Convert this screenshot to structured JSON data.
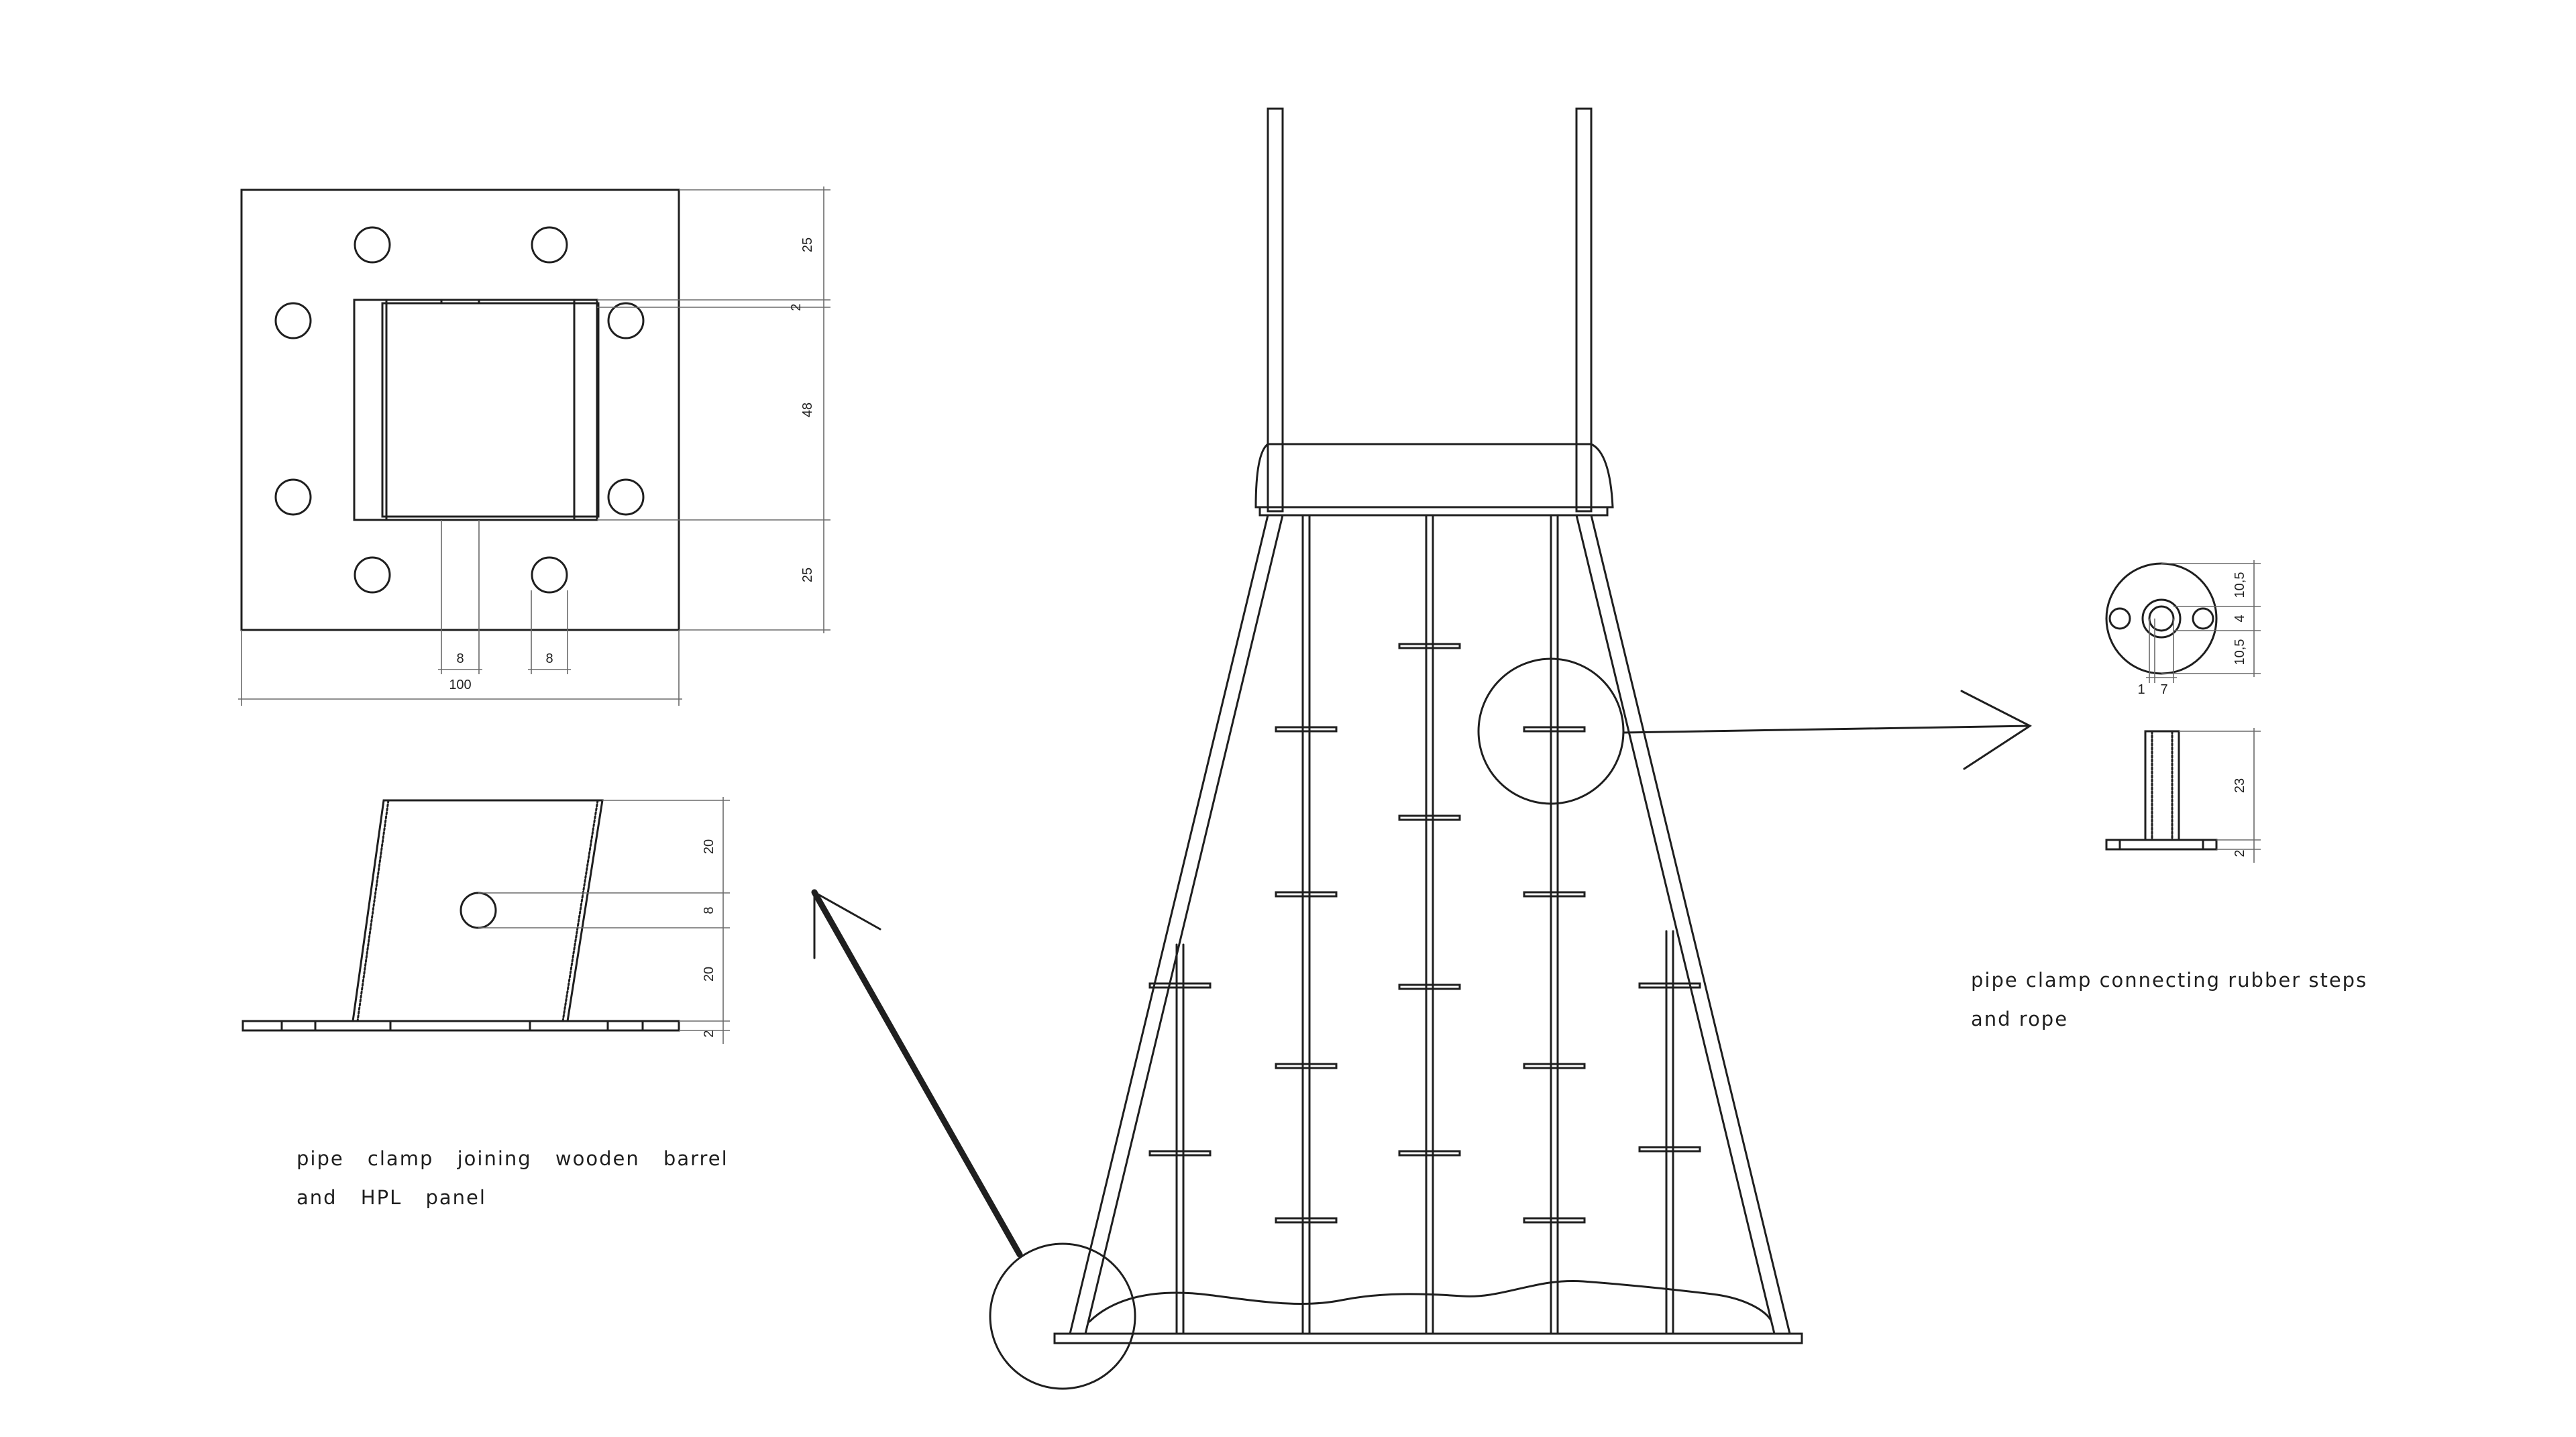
{
  "captions": {
    "left_line1": "pipe clamp joining wooden barrel",
    "left_line2": "and HPL panel",
    "right_line1": "pipe clamp connecting rubber steps",
    "right_line2": "and rope"
  },
  "dims": {
    "plate_top_margin": "25",
    "plate_wall": "2",
    "plate_opening": "48",
    "plate_bottom_margin": "25",
    "plate_bolt_a": "8",
    "plate_bolt_b": "8",
    "plate_width": "100",
    "clamp_top": "20",
    "clamp_hole": "8",
    "clamp_bottom": "20",
    "clamp_base": "2",
    "disc_top": "10,5",
    "disc_mid": "4",
    "disc_bottom": "10,5",
    "disc_a": "1",
    "disc_b": "7",
    "peg_height": "23",
    "peg_base": "2"
  },
  "colors": {
    "ink": "#1f1f1f",
    "dimension": "#6b6b6b",
    "background": "#ffffff"
  }
}
